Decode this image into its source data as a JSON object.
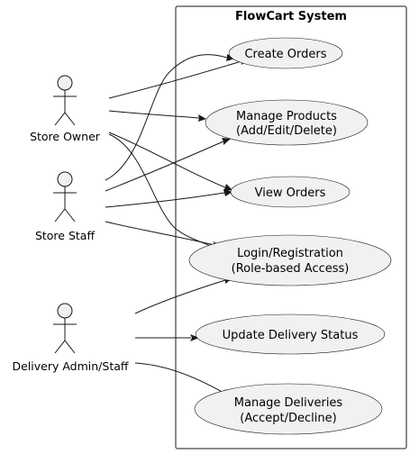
{
  "system": {
    "title": "FlowCart System"
  },
  "actors": [
    {
      "id": "owner",
      "label": "Store Owner"
    },
    {
      "id": "staff",
      "label": "Store Staff"
    },
    {
      "id": "delivery",
      "label": "Delivery Admin/Staff"
    }
  ],
  "use_cases": [
    {
      "id": "create",
      "lines": [
        "Create Orders"
      ]
    },
    {
      "id": "products",
      "lines": [
        "Manage Products",
        "(Add/Edit/Delete)"
      ]
    },
    {
      "id": "view",
      "lines": [
        "View Orders"
      ]
    },
    {
      "id": "login",
      "lines": [
        "Login/Registration",
        "(Role-based Access)"
      ]
    },
    {
      "id": "status",
      "lines": [
        "Update Delivery Status"
      ]
    },
    {
      "id": "deliveries",
      "lines": [
        "Manage Deliveries",
        "(Accept/Decline)"
      ]
    }
  ],
  "associations": [
    {
      "from": "owner",
      "to": "create"
    },
    {
      "from": "owner",
      "to": "products"
    },
    {
      "from": "owner",
      "to": "view"
    },
    {
      "from": "owner",
      "to": "login"
    },
    {
      "from": "staff",
      "to": "create"
    },
    {
      "from": "staff",
      "to": "products"
    },
    {
      "from": "staff",
      "to": "view"
    },
    {
      "from": "staff",
      "to": "login"
    },
    {
      "from": "delivery",
      "to": "login"
    },
    {
      "from": "delivery",
      "to": "status"
    },
    {
      "from": "delivery",
      "to": "deliveries"
    }
  ]
}
